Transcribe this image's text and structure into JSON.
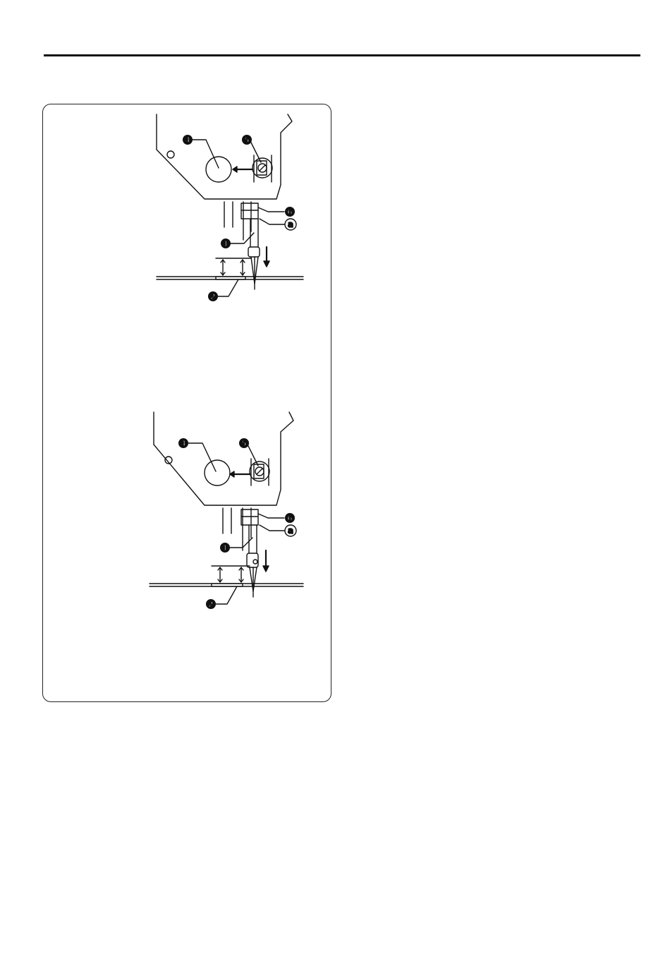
{
  "figures": [
    {
      "id": "top",
      "callouts": {
        "c1": "1",
        "c2": "2",
        "c4": "4",
        "c5": "5",
        "c6": "6",
        "ca": "a"
      }
    },
    {
      "id": "bottom",
      "callouts": {
        "c1": "1",
        "c2": "2",
        "c4": "4",
        "c5": "5",
        "c6": "6",
        "ca": "a"
      }
    }
  ],
  "colors": {
    "ink": "#111111",
    "panel_border": "#222222",
    "background": "#ffffff"
  }
}
